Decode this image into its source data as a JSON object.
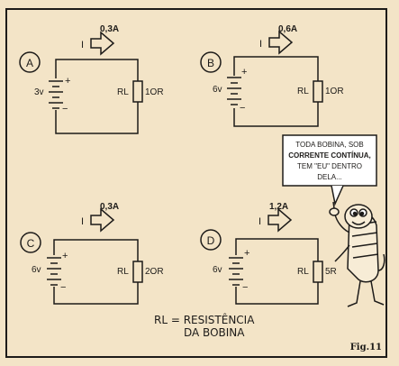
{
  "circuits": [
    {
      "id": "A",
      "current": "0,3A",
      "current_symbol": "I",
      "voltage": "3v",
      "load": "RL",
      "resistance": "1OR"
    },
    {
      "id": "B",
      "current": "0,6A",
      "current_symbol": "I",
      "voltage": "6v",
      "load": "RL",
      "resistance": "1OR"
    },
    {
      "id": "C",
      "current": "0,3A",
      "current_symbol": "I",
      "voltage": "6v",
      "load": "RL",
      "resistance": "2OR"
    },
    {
      "id": "D",
      "current": "1,2A",
      "current_symbol": "I",
      "voltage": "6v",
      "load": "RL",
      "resistance": "5R"
    }
  ],
  "polarity": {
    "plus": "+",
    "minus": "−"
  },
  "speech_bubble": {
    "line1": "TODA BOBINA, SOB",
    "line2": "CORRENTE CONTÍNUA,",
    "line3": "TEM \"EU\" DENTRO",
    "line4": "DELA..."
  },
  "legend": {
    "line1": "RL = RESISTÊNCIA",
    "line2": "DA BOBINA"
  },
  "figure_label": "Fig.11",
  "colors": {
    "paper": "#f3e4c7",
    "ink": "#1d1b19",
    "bubble": "#ffffff"
  }
}
